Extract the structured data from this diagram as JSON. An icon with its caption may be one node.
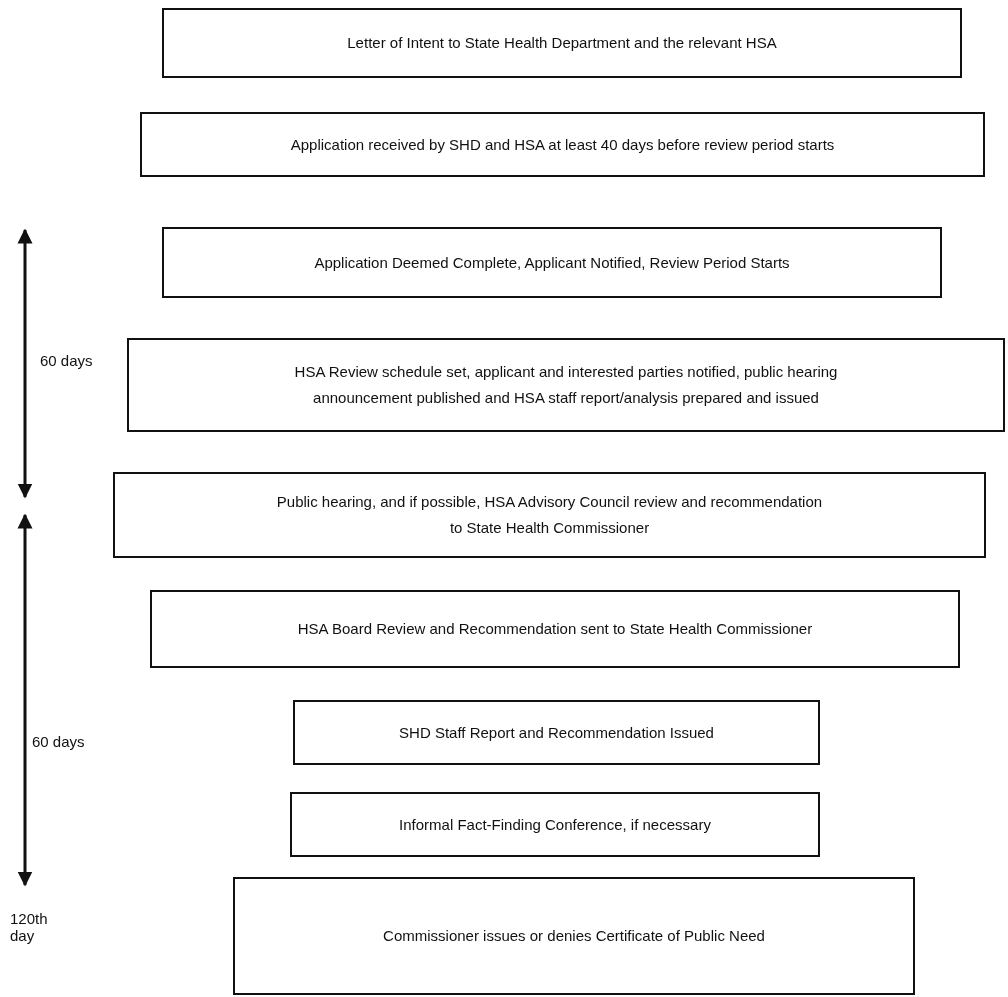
{
  "diagram": {
    "nodes": [
      {
        "text": [
          "Letter of Intent to State Health Department and the relevant HSA"
        ]
      },
      {
        "text": [
          "Application received by SHD and HSA at least 40 days before review period starts"
        ]
      },
      {
        "text": [
          "Application Deemed Complete, Applicant Notified, Review Period Starts"
        ]
      },
      {
        "text": [
          "HSA Review schedule set, applicant and interested parties notified, public hearing announcement published and HSA staff report/analysis prepared and issued"
        ]
      },
      {
        "text": [
          "Public hearing, and if possible, HSA Advisory Council review and recommendation to State Health Commissioner"
        ]
      },
      {
        "text": [
          "HSA Board Review and Recommendation sent to State Health Commissioner"
        ]
      },
      {
        "text": [
          "SHD Staff Report and Recommendation Issued"
        ]
      },
      {
        "text": [
          "Informal Fact-Finding Conference, if necessary"
        ]
      },
      {
        "text": [
          "Commissioner issues or denies Certificate of Public Need"
        ]
      }
    ],
    "edges": [],
    "labels": [
      "60 days",
      "60 days",
      "120th day"
    ]
  }
}
